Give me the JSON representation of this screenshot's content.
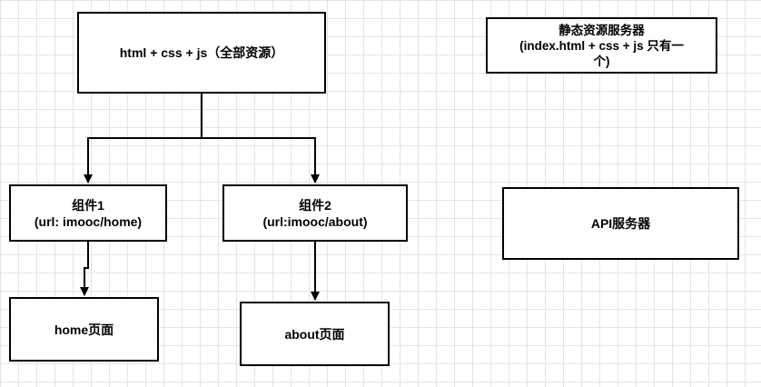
{
  "nodes": {
    "bundle": {
      "lines": [
        "html + css + js（全部资源）"
      ]
    },
    "static_server": {
      "lines": [
        "静态资源服务器",
        "(index.html + css + js 只有一",
        "个)"
      ]
    },
    "component1": {
      "lines": [
        "组件1",
        "(url: imooc/home)"
      ]
    },
    "component2": {
      "lines": [
        "组件2",
        "(url:imooc/about)"
      ]
    },
    "api_server": {
      "lines": [
        "API服务器"
      ]
    },
    "home_page": {
      "lines": [
        "home页面"
      ]
    },
    "about_page": {
      "lines": [
        "about页面"
      ]
    }
  },
  "edges": [
    {
      "from": "bundle",
      "to": "component1"
    },
    {
      "from": "bundle",
      "to": "component2"
    },
    {
      "from": "component1",
      "to": "home_page"
    },
    {
      "from": "component2",
      "to": "about_page"
    }
  ]
}
